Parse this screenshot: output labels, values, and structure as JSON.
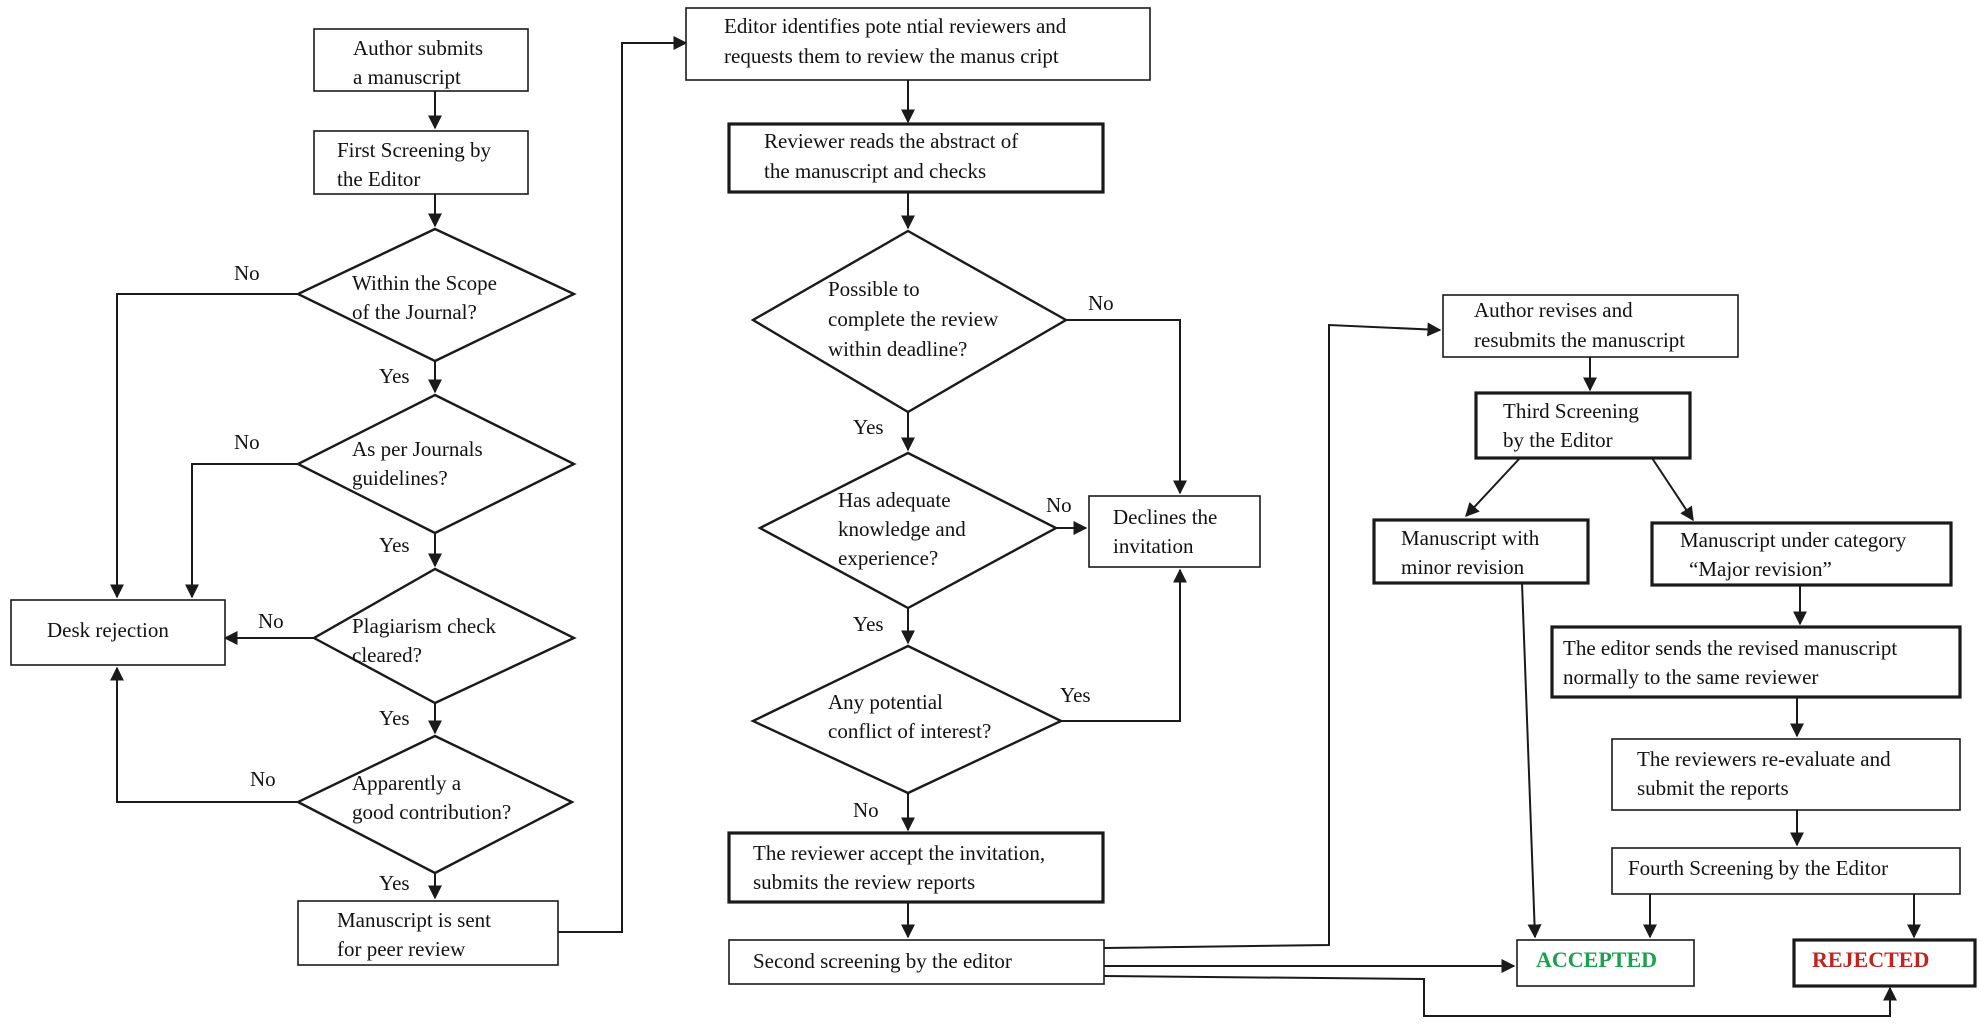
{
  "nodes": {
    "author_submits": [
      "Author submits",
      "a manuscript"
    ],
    "first_screening": [
      "First Screening by",
      "the Editor"
    ],
    "within_scope": [
      "Within the Scope",
      "of the Journal?"
    ],
    "journal_guidelines": [
      "As per Journals",
      "guidelines?"
    ],
    "plagiarism": [
      "Plagiarism check",
      "cleared?"
    ],
    "good_contribution": [
      "Apparently a",
      "good contribution?"
    ],
    "desk_rejection": [
      "Desk rejection"
    ],
    "sent_for_review": [
      "Manuscript is sent",
      "for peer review"
    ],
    "editor_identifies": [
      "Editor identifies pote ntial reviewers and",
      "requests them to review the manus cript"
    ],
    "reviewer_reads": [
      "Reviewer reads the abstract of",
      "the manuscript and checks"
    ],
    "possible_deadline": [
      "Possible to",
      "complete the review",
      "within deadline?"
    ],
    "adequate_knowledge": [
      "Has adequate",
      "knowledge and",
      "experience?"
    ],
    "conflict_interest": [
      "Any potential",
      "conflict of interest?"
    ],
    "declines": [
      "Declines the",
      "invitation"
    ],
    "reviewer_accepts": [
      "The reviewer accept the invitation,",
      "submits  the review  reports"
    ],
    "second_screening": [
      "Second screening by the editor"
    ],
    "author_revises": [
      "Author revises and",
      "resubmits the manuscript"
    ],
    "third_screening": [
      "Third Screening",
      "by the Editor"
    ],
    "minor_revision": [
      "Manuscript with",
      "minor revision"
    ],
    "major_revision": [
      "Manuscript under category",
      "“Major revision”"
    ],
    "editor_sends": [
      "The editor sends the revised manuscript",
      "normally to the same reviewer"
    ],
    "reviewers_reevaluate": [
      "The reviewers re-evaluate and",
      "submit the reports"
    ],
    "fourth_screening": [
      "Fourth Screening by the Editor"
    ],
    "accepted": [
      "ACCEPTED"
    ],
    "rejected": [
      "REJECTED"
    ]
  },
  "edge_labels": {
    "scope_no": "No",
    "scope_yes": "Yes",
    "guidelines_no": "No",
    "guidelines_yes": "Yes",
    "plagiarism_no": "No",
    "plagiarism_yes": "Yes",
    "contribution_no": "No",
    "contribution_yes": "Yes",
    "deadline_no": "No",
    "deadline_yes": "Yes",
    "knowledge_no": "No",
    "knowledge_yes": "Yes",
    "conflict_yes": "Yes",
    "conflict_no": "No"
  },
  "colors": {
    "accepted": "#1aa14b",
    "rejected": "#c0241c",
    "line": "#1a1a1a"
  }
}
